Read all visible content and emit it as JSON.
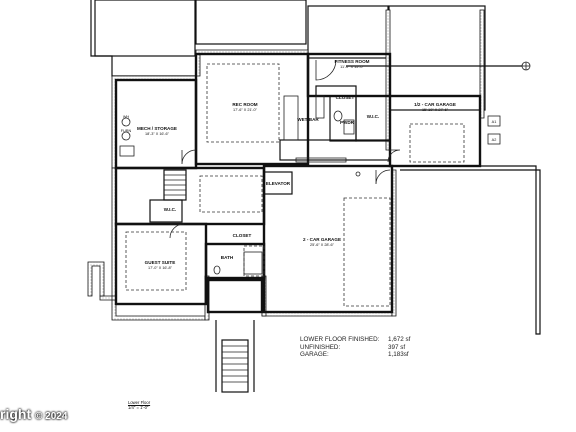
{
  "rooms": {
    "fitness": {
      "name": "FITNESS ROOM",
      "size": "11'-0\" X 15'-0\""
    },
    "rec": {
      "name": "REC ROOM",
      "size": "17'-6\" X 21'-0\""
    },
    "mech": {
      "name": "MECH / STORAGE",
      "size": "18'-3\" X 16'-6\""
    },
    "garage_one": {
      "name": "1/2 - CAR GARAGE",
      "size": "15'-10\" X 27'-6\""
    },
    "garage_two": {
      "name": "2 - CAR GARAGE",
      "size": "25'-6\" X 28'-6\""
    },
    "guest": {
      "name": "GUEST SUITE",
      "size": "17'-0\" X 16'-8\""
    },
    "wet_bar": "WET BAR",
    "closet_top": "CLOSET",
    "closet_mid": "CLOSET",
    "powder": "PWDR",
    "wic": "W.I.C.",
    "elevator": "ELEVATOR",
    "bath": "BATH",
    "wic_small": "W.I.C.",
    "wh": "WH",
    "furn": "FURN"
  },
  "tags": [
    "A1",
    "A2"
  ],
  "summary": [
    {
      "label": "LOWER FLOOR FINISHED:",
      "value": "1,672 sf"
    },
    {
      "label": "UNFINISHED:",
      "value": "397 sf"
    },
    {
      "label": "GARAGE:",
      "value": "1,183sf"
    }
  ],
  "drawing_title": {
    "name": "Lower Floor",
    "scale": "1/4\" = 1'-0\""
  },
  "watermark": {
    "text": "right",
    "copy": "© 2024"
  }
}
